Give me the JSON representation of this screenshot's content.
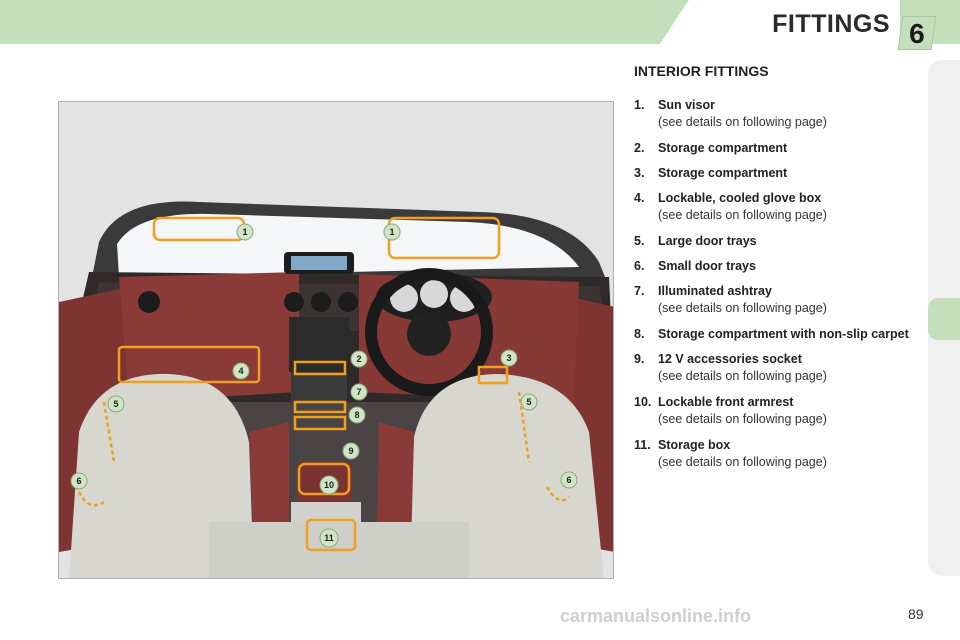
{
  "header": {
    "title": "FITTINGS",
    "chapter": "6"
  },
  "section_title": "INTERIOR FITTINGS",
  "items": [
    {
      "num": "1.",
      "label": "Sun visor",
      "sub": "(see details on following page)"
    },
    {
      "num": "2.",
      "label": "Storage compartment",
      "sub": ""
    },
    {
      "num": "3.",
      "label": "Storage compartment",
      "sub": ""
    },
    {
      "num": "4.",
      "label": "Lockable, cooled glove box",
      "sub": "(see details on following page)"
    },
    {
      "num": "5.",
      "label": "Large door trays",
      "sub": ""
    },
    {
      "num": "6.",
      "label": "Small door trays",
      "sub": ""
    },
    {
      "num": "7.",
      "label": "Illuminated ashtray",
      "sub": "(see details on following page)"
    },
    {
      "num": "8.",
      "label": "Storage compartment with non-slip carpet",
      "sub": ""
    },
    {
      "num": "9.",
      "label": "12 V accessories socket",
      "sub": "(see details on following page)"
    },
    {
      "num": "10.",
      "label": "Lockable front armrest",
      "sub": "(see details on following page)"
    },
    {
      "num": "11.",
      "label": "Storage box",
      "sub": "(see details on following page)"
    }
  ],
  "diagram_markers": [
    "1",
    "1",
    "2",
    "3",
    "4",
    "5",
    "5",
    "6",
    "6",
    "7",
    "8",
    "9",
    "10",
    "11"
  ],
  "page_number": "89",
  "watermark": "carmanualsonline.info",
  "colors": {
    "header_green": "#c5dfbd",
    "leather": "#8a3b37",
    "highlight": "#f0a020"
  }
}
